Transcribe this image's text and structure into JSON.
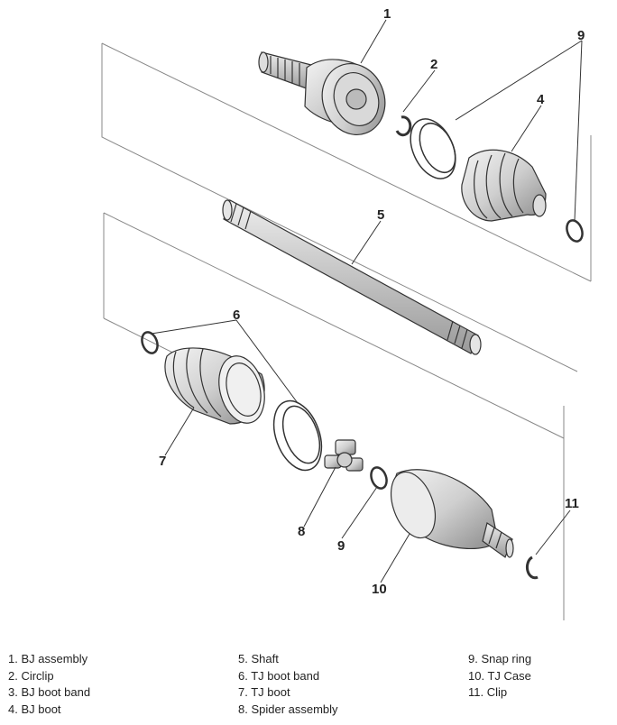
{
  "callouts": {
    "c1": "1",
    "c2": "2",
    "c3": "9",
    "c4": "4",
    "c5": "5",
    "c6": "6",
    "c7": "7",
    "c8": "8",
    "c9": "9",
    "c10": "10",
    "c11": "11"
  },
  "legend": {
    "col1": [
      "1. BJ assembly",
      "2. Circlip",
      "3. BJ boot band",
      "4. BJ boot"
    ],
    "col2": [
      "5. Shaft",
      "6. TJ boot band",
      "7. TJ boot",
      "8. Spider assembly"
    ],
    "col3": [
      "9. Snap ring",
      "10. TJ Case",
      "11. Clip"
    ]
  }
}
